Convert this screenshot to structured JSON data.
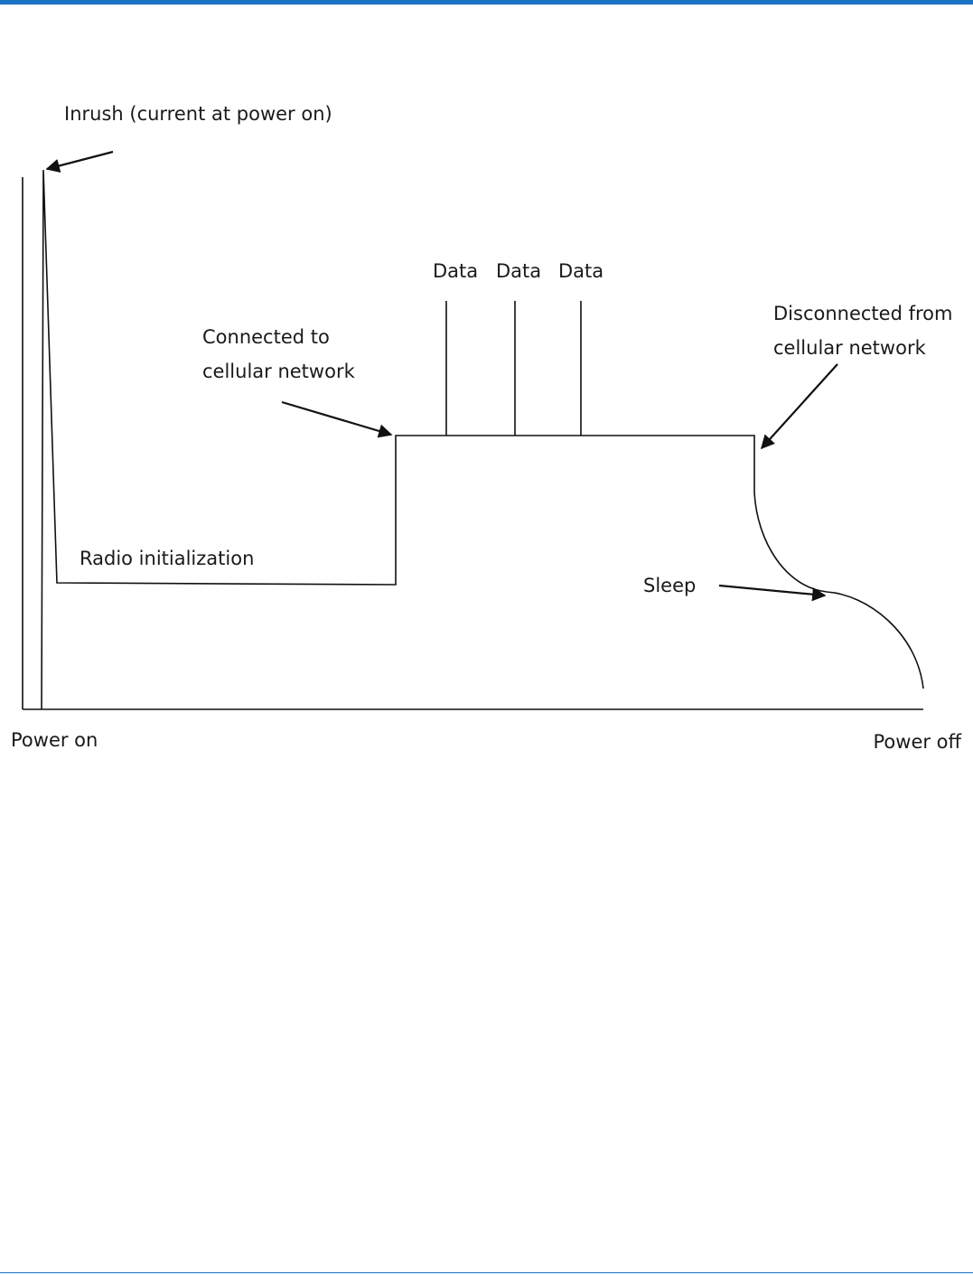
{
  "header": {
    "accent_color": "#1a73c4"
  },
  "diagram": {
    "labels": {
      "inrush": "Inrush (current at power on)",
      "data_1": "Data",
      "data_2": "Data",
      "data_3": "Data",
      "connected_line1": "Connected to",
      "connected_line2": "cellular network",
      "disconnected_line1": "Disconnected from",
      "disconnected_line2": "cellular network",
      "radio_init": "Radio initialization",
      "sleep": "Sleep",
      "power_on": "Power on",
      "power_off": "Power off"
    }
  }
}
